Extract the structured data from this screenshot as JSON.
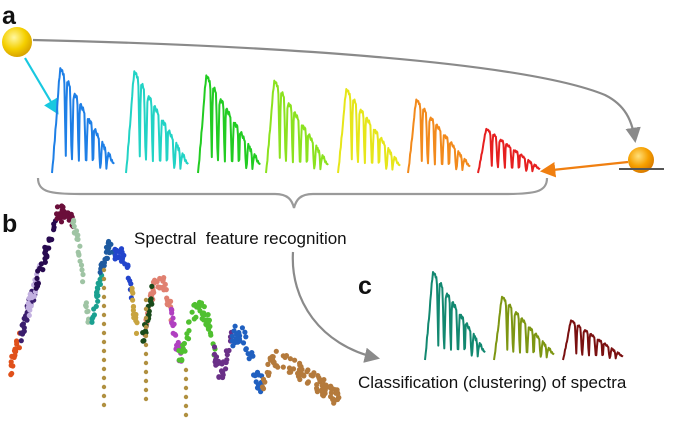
{
  "panels": {
    "a": "a",
    "b": "b",
    "c": "c"
  },
  "captions": {
    "feature_recognition": "Spectral  feature recognition",
    "classification": "Classification (clustering) of spectra"
  },
  "spectra_row_colors": [
    "#1e7fe6",
    "#22d3c5",
    "#22cc22",
    "#8be21f",
    "#e6e61a",
    "#f28a1c",
    "#e62020"
  ],
  "cluster_colors": [
    "#128870",
    "#7d9612",
    "#7a1010"
  ],
  "sun_colors": {
    "high_sun": "#f2c200",
    "setting_sun": "#f59d00"
  },
  "icons": [
    "high-sun-icon",
    "setting-sun-icon",
    "horizon-line",
    "curved-arrow",
    "brace"
  ]
}
